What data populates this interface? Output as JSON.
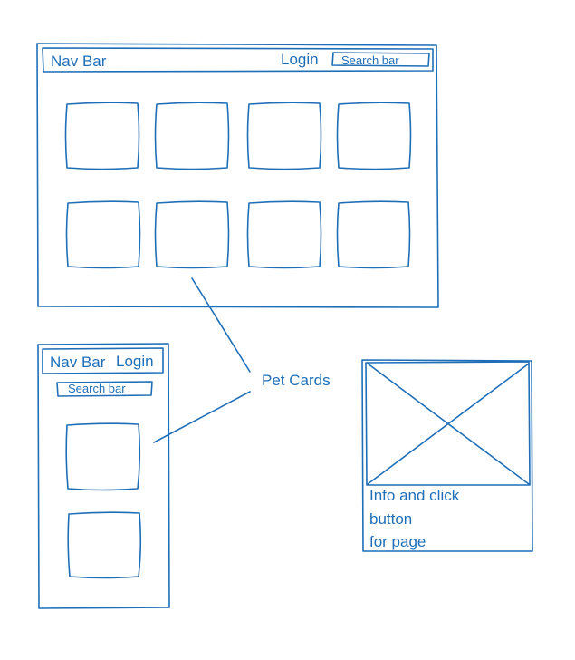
{
  "desktop": {
    "nav_label": "Nav Bar",
    "login_label": "Login",
    "search_label": "Search bar",
    "card_count": 8
  },
  "mobile": {
    "nav_label": "Nav Bar",
    "login_label": "Login",
    "search_label": "Search bar",
    "card_count": 2
  },
  "callout": {
    "label": "Pet Cards"
  },
  "detail_card": {
    "line1": "Info and click",
    "line2": "button",
    "line3": "for page"
  },
  "colors": {
    "ink": "#1f6fb8",
    "background": "#ffffff"
  }
}
